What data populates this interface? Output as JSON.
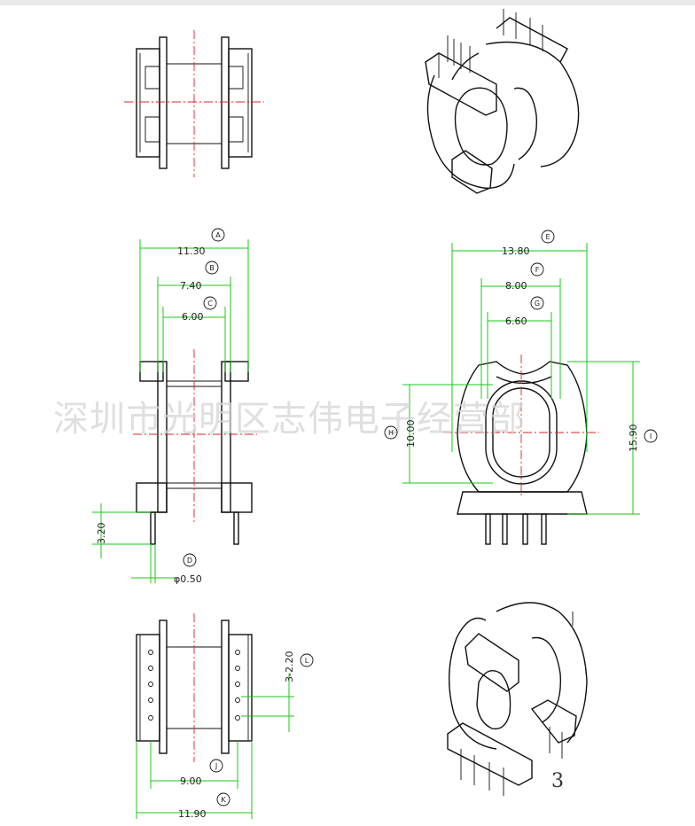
{
  "watermark": "深圳市光明区志伟电子经营部",
  "page_number": "3",
  "dimensions": {
    "A": {
      "letter": "A",
      "value": "11.30"
    },
    "B": {
      "letter": "B",
      "value": "7.40"
    },
    "C": {
      "letter": "C",
      "value": "6.00"
    },
    "D": {
      "letter": "D",
      "value": "φ0.50"
    },
    "pin_len": {
      "value": "3.20"
    },
    "E": {
      "letter": "E",
      "value": "13.80"
    },
    "F": {
      "letter": "F",
      "value": "8.00"
    },
    "G": {
      "letter": "G",
      "value": "6.60"
    },
    "H": {
      "letter": "H",
      "value": "10.00"
    },
    "I": {
      "letter": "I",
      "value": "15.90"
    },
    "L": {
      "letter": "L",
      "value": "3-2.20"
    },
    "J": {
      "letter": "J",
      "value": "9.00"
    },
    "K": {
      "letter": "K",
      "value": "11.90"
    }
  },
  "colors": {
    "dimension_lines": "#19c819",
    "center_lines": "#e02020",
    "outlines": "#111111",
    "watermark": "#d4d4d4"
  }
}
